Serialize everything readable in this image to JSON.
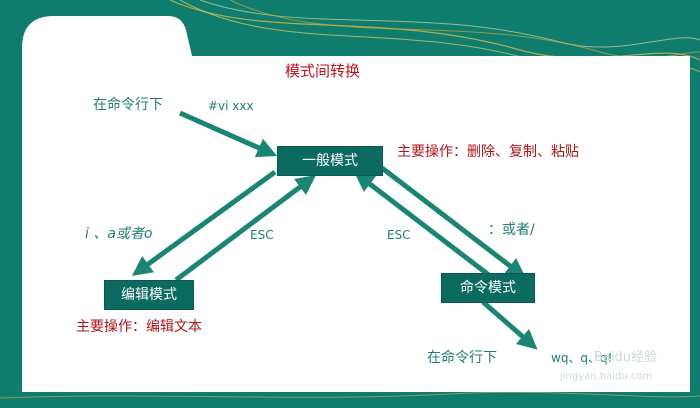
{
  "title": "模式间转换",
  "modes": {
    "normal": "一般模式",
    "insert": "编辑模式",
    "command": "命令模式"
  },
  "labels": {
    "start_prefix": "在命令行下",
    "start_cmd": "#vi xxx",
    "normal_ops": "主要操作：删除、复制、粘贴",
    "to_insert_keys": "i 、a或者o",
    "insert_to_normal": "ESC",
    "command_to_normal": "ESC",
    "to_command_keys": "：或者/",
    "insert_ops": "主要操作：编辑文本",
    "end_prefix": "在命令行下",
    "end_cmd": "wq、q、q!"
  },
  "watermark": "Baidu经验",
  "watermark_url": "jingyan.baidu.com",
  "colors": {
    "background": "#0e7d6e",
    "card": "#ffffff",
    "mode_box": "#0c6b61",
    "arrow": "#1a8573",
    "title_text": "#c0121c",
    "ops_text": "#b01418",
    "teal_text": "#1f7f74"
  }
}
